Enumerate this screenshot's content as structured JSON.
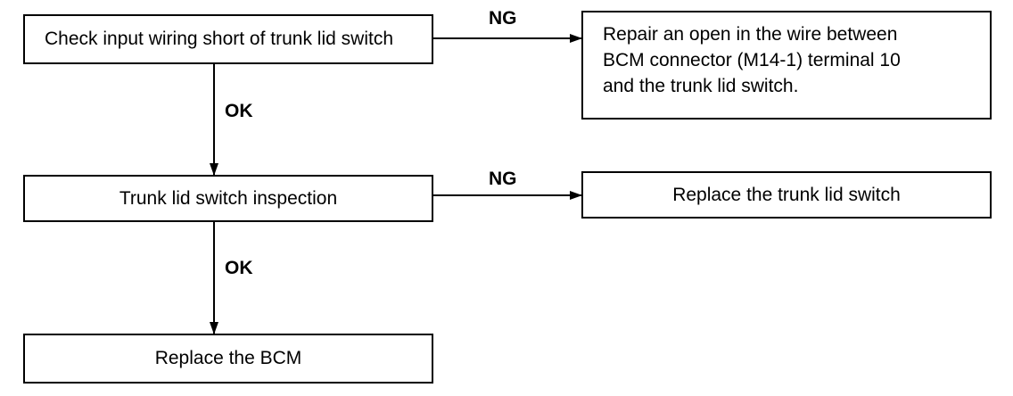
{
  "nodes": {
    "check_wiring": "Check input wiring short of trunk lid  switch",
    "repair_open": [
      "Repair an open in the wire between",
      "BCM connector (M14-1) terminal 10",
      "and the trunk lid switch."
    ],
    "switch_inspection": "Trunk lid switch inspection",
    "replace_switch": "Replace the trunk lid switch",
    "replace_bcm": "Replace the BCM"
  },
  "edges": {
    "ng_1": "NG",
    "ok_1": "OK",
    "ng_2": "NG",
    "ok_2": "OK"
  }
}
